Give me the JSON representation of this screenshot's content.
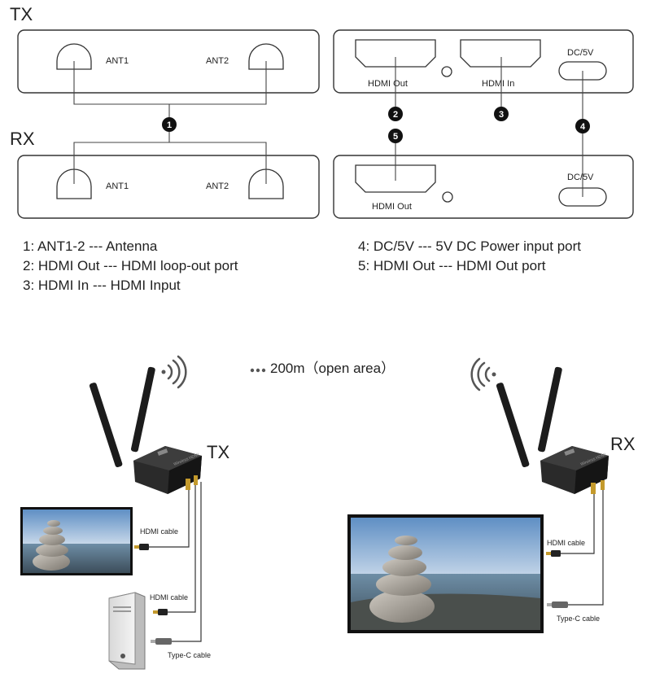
{
  "top_diagram": {
    "tx_label": "TX",
    "rx_label": "RX",
    "tx_box": {
      "ant1": "ANT1",
      "ant2": "ANT2"
    },
    "tx_ports": {
      "hdmi_out": "HDMI Out",
      "hdmi_in": "HDMI In",
      "dc": "DC/5V"
    },
    "rx_box": {
      "ant1": "ANT1",
      "ant2": "ANT2"
    },
    "rx_ports": {
      "hdmi_out": "HDMI Out",
      "dc": "DC/5V"
    },
    "markers": [
      "1",
      "2",
      "3",
      "4",
      "5"
    ]
  },
  "legend": {
    "left": [
      "1: ANT1-2 --- Antenna",
      "2: HDMI Out --- HDMI loop-out port",
      "3: HDMI In --- HDMI Input"
    ],
    "right": [
      "4: DC/5V --- 5V DC Power input port",
      "5: HDMI Out --- HDMI Out port"
    ]
  },
  "bottom_diagram": {
    "distance": "200m（open area）",
    "tx_label": "TX",
    "rx_label": "RX",
    "tx_cables": [
      "HDMI cable",
      "HDMI cable",
      "Type-C cable"
    ],
    "rx_cables": [
      "HDMI cable",
      "Type-C cable"
    ],
    "icons": [
      "wifi-signal-right-icon",
      "wifi-signal-left-icon",
      "dots-icon"
    ],
    "colors": {
      "sky": "#8fb8de",
      "sea": "#5a7d95",
      "stone": "#a9a6a0",
      "device": "#222222"
    }
  }
}
